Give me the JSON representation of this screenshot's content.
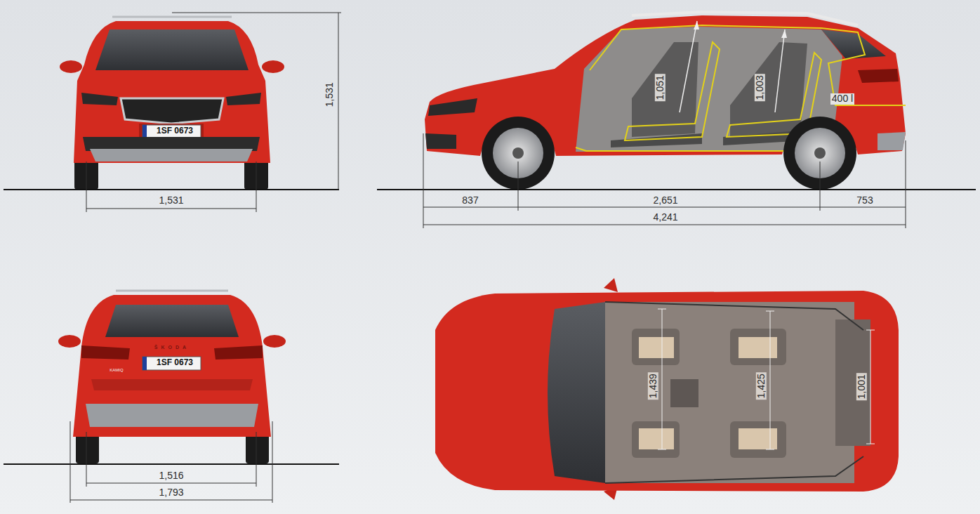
{
  "diagram": {
    "labels": [
      "1,531",
      "1,531",
      "1SF 0673",
      "1,051",
      "1,003",
      "400 l",
      "837",
      "2,651",
      "753",
      "4,241",
      "ŠKODA",
      "KAMIQ",
      "1SF 0673",
      "1,439",
      "1,425",
      "1,001",
      "1,516",
      "1,793"
    ]
  }
}
